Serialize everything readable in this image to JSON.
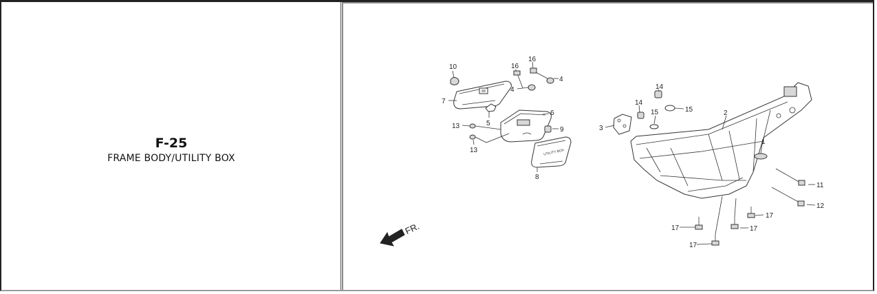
{
  "header": {
    "code": "F-25",
    "title": "FRAME BODY/UTILITY BOX"
  },
  "diagram": {
    "direction_label": "FR.",
    "callouts": [
      "10",
      "16",
      "16",
      "4",
      "4",
      "7",
      "5",
      "6",
      "13",
      "9",
      "13",
      "8",
      "14",
      "14",
      "15",
      "15",
      "2",
      "3",
      "1",
      "11",
      "12",
      "17",
      "17",
      "17",
      "17"
    ]
  }
}
